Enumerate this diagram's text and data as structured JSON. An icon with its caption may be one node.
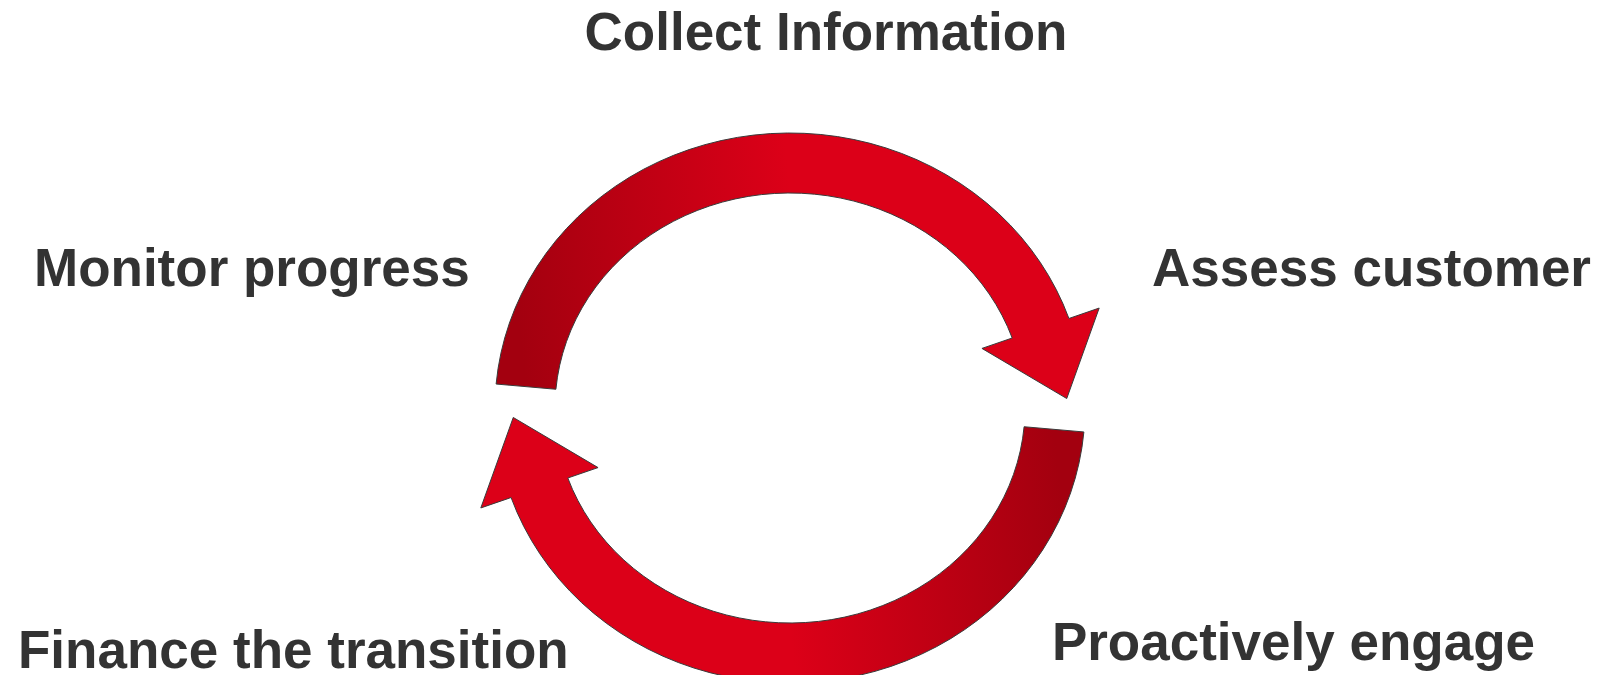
{
  "diagram": {
    "nodes": [
      {
        "text": [
          "Collect Information"
        ]
      },
      {
        "text": [
          "Monitor progress"
        ]
      },
      {
        "text": [
          "Assess customer"
        ]
      },
      {
        "text": [
          "Finance the transition"
        ]
      },
      {
        "text": [
          "Proactively engage"
        ]
      }
    ],
    "edges": [
      {
        "from": 1,
        "to": 2,
        "arrow": "to"
      },
      {
        "from": 2,
        "to": 1,
        "arrow": "to"
      }
    ]
  }
}
